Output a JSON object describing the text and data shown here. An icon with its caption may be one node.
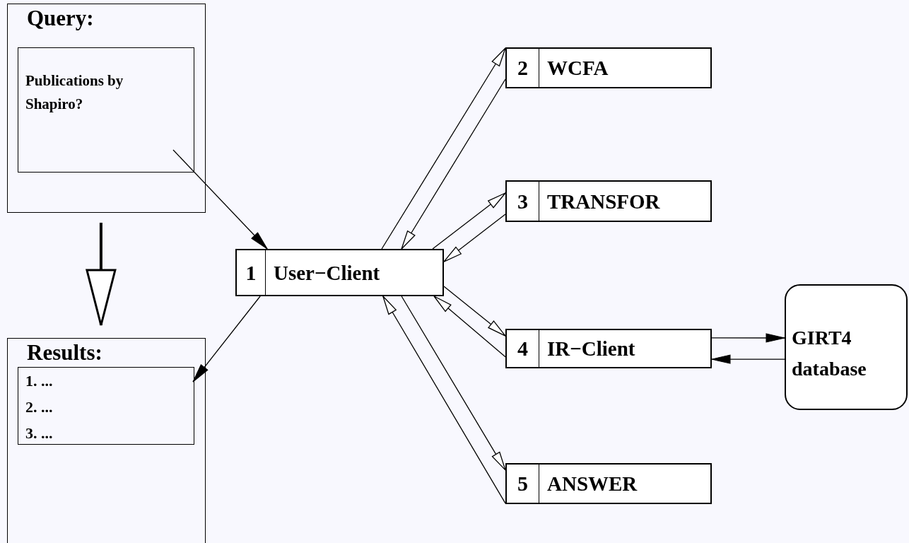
{
  "diagram": {
    "nodes": [
      {
        "text": [
          "Query:"
        ]
      },
      {
        "text": [
          "Publications by Shapiro?"
        ],
        "in": 0
      },
      {
        "text": [
          "Results:"
        ]
      },
      {
        "text": [
          "1. ...",
          "2. ...",
          "3. ..."
        ],
        "in": 2
      },
      {
        "text": [
          "1",
          "User−Client"
        ]
      },
      {
        "text": [
          "2",
          "WCFA"
        ]
      },
      {
        "text": [
          "3",
          "TRANSFOR"
        ]
      },
      {
        "text": [
          "4",
          "IR−Client"
        ]
      },
      {
        "text": [
          "5",
          "ANSWER"
        ]
      },
      {
        "text": [
          "GIRT4 database"
        ]
      }
    ],
    "edges": [
      {
        "from": 1,
        "to": 4,
        "arrow": "to"
      },
      {
        "from": 4,
        "to": 3,
        "arrow": "to"
      },
      {
        "from": 0,
        "to": 2,
        "arrow": "to",
        "style": "thick"
      },
      {
        "from": 4,
        "to": 5,
        "arrow": "to"
      },
      {
        "from": 5,
        "to": 4,
        "arrow": "to"
      },
      {
        "from": 4,
        "to": 6,
        "arrow": "to"
      },
      {
        "from": 6,
        "to": 4,
        "arrow": "to"
      },
      {
        "from": 4,
        "to": 7,
        "arrow": "to"
      },
      {
        "from": 7,
        "to": 4,
        "arrow": "to"
      },
      {
        "from": 4,
        "to": 8,
        "arrow": "to"
      },
      {
        "from": 8,
        "to": 4,
        "arrow": "to"
      },
      {
        "from": 7,
        "to": 9,
        "arrow": "to"
      },
      {
        "from": 9,
        "to": 7,
        "arrow": "to"
      }
    ]
  }
}
